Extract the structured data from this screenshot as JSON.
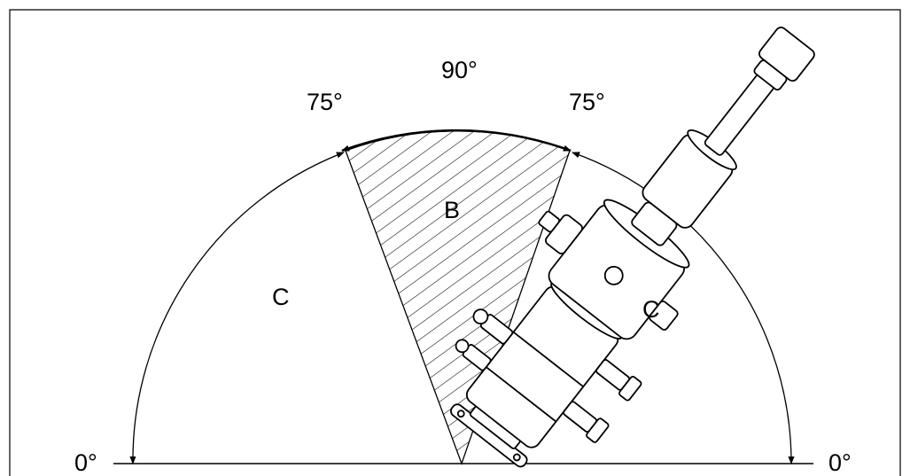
{
  "labels": {
    "angle_top": "90°",
    "angle_upper_left": "75°",
    "angle_upper_right": "75°",
    "angle_left_base": "0°",
    "angle_right_base": "0°",
    "zone_b": "B",
    "zone_c_left": "C",
    "zone_c_right": "C"
  },
  "colors": {
    "line": "#000000",
    "background": "#ffffff"
  }
}
